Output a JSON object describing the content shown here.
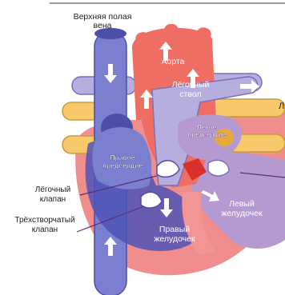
{
  "labels": {
    "svc": [
      "Верхняя полая",
      "вена"
    ],
    "aorta": "Аорта",
    "pulm_trunk": [
      "Лёгочный",
      "ствол"
    ],
    "left_atrium": [
      "Левое",
      "предсердие"
    ],
    "right_atrium": [
      "Правое",
      "предсердие"
    ],
    "pulm_valve": [
      "Лёгочный",
      "клапан"
    ],
    "tricuspid": [
      "Трёхстворчатый",
      "клапан"
    ],
    "right_ventricle": [
      "Правый",
      "желудочек"
    ],
    "left_ventricle": [
      "Левый",
      "желудочек"
    ],
    "edge_mark": "Л"
  },
  "colors": {
    "vein_blue": "#7b7fd0",
    "vein_dark": "#4b4fa8",
    "artery_red": "#ef6e64",
    "artery_dark": "#c2403a",
    "pulmonary_lilac": "#b7aee0",
    "pulm_vein_yellow": "#f7c96a",
    "wall_purple": "#6b3c8e",
    "valve_red": "#d9312a",
    "muscle_pink": "#f09090"
  }
}
